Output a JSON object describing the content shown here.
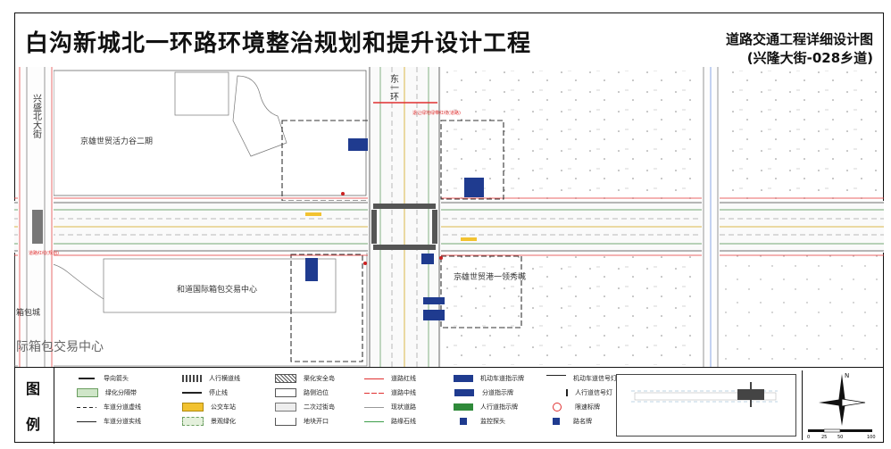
{
  "title": "白沟新城北一环路环境整治规划和提升设计工程",
  "subtitle": {
    "line1": "道路交通工程详细设计图",
    "line2": "(兴隆大街-028乡道)"
  },
  "map_labels": {
    "road_left": "兴盛北大街",
    "road_top": "东一环",
    "district_upper_left": "京雄世贸活力谷二期",
    "district_lower_middle": "和道国际箱包交易中心",
    "district_lower_right": "京雄世贸港一领秀城",
    "partial_upper": "箱包城",
    "partial_lower": "际箱包交易中心",
    "red_note_top": "退让绿地绿带红线(道路)",
    "red_note_left": "道路红线(规划)"
  },
  "legend": {
    "heading_top": "图",
    "heading_bottom": "例",
    "items": [
      {
        "label": "导向箭头",
        "symbol": "arrow"
      },
      {
        "label": "绿化分隔带",
        "symbol": "green-strip"
      },
      {
        "label": "车道分道虚线",
        "symbol": "dashed"
      },
      {
        "label": "车道分道实线",
        "symbol": "solid"
      },
      {
        "label": "人行横道线",
        "symbol": "crosswalk"
      },
      {
        "label": "停止线",
        "symbol": "stop"
      },
      {
        "label": "公交车站",
        "symbol": "bus"
      },
      {
        "label": "景观绿化",
        "symbol": "landscape"
      },
      {
        "label": "渠化安全岛",
        "symbol": "island"
      },
      {
        "label": "路侧泊位",
        "symbol": "parking"
      },
      {
        "label": "二次过街岛",
        "symbol": "refuge"
      },
      {
        "label": "地块开口",
        "symbol": "opening"
      },
      {
        "label": "道路红线",
        "symbol": "redline"
      },
      {
        "label": "道路中线",
        "symbol": "centerline"
      },
      {
        "label": "现状道路",
        "symbol": "existing"
      },
      {
        "label": "路缘石线",
        "symbol": "curb"
      },
      {
        "label": "机动车道指示牌",
        "symbol": "sign-blue"
      },
      {
        "label": "分道指示牌",
        "symbol": "sign-lane"
      },
      {
        "label": "人行道指示牌",
        "symbol": "sign-walk"
      },
      {
        "label": "监控探头",
        "symbol": "camera"
      },
      {
        "label": "机动车道信号灯",
        "symbol": "signal"
      },
      {
        "label": "人行道信号灯",
        "symbol": "ped-signal"
      },
      {
        "label": "限速标牌",
        "symbol": "speed"
      },
      {
        "label": "路名牌",
        "symbol": "name"
      }
    ]
  },
  "scale": {
    "ticks": [
      "0",
      "25",
      "50",
      "100"
    ],
    "north": "N"
  },
  "colors": {
    "road_line": "#8fb98f",
    "red_line": "#e03030",
    "block_boundary": "#333333",
    "sign_blue": "#1f3b8f",
    "bus_yellow": "#f2c230"
  }
}
